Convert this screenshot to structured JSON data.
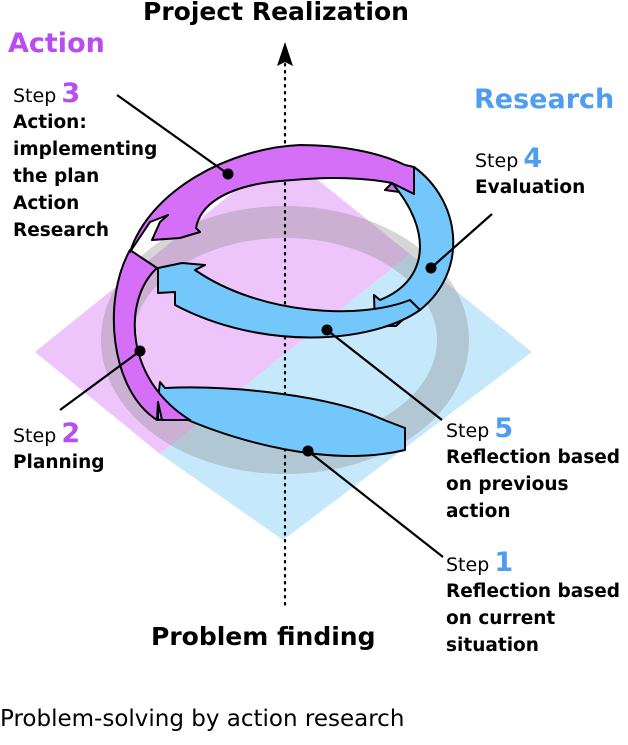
{
  "figure": {
    "top_label": "Project Realization",
    "bottom_label": "Problem finding",
    "caption": "Problem-solving by action research",
    "colors": {
      "action": "#b84cf0",
      "research": "#4f9df0",
      "action_arrow": "#d66ff7",
      "research_arrow": "#73c7fb",
      "action_plane": "#eec5fb",
      "research_plane": "#c6e8fb"
    }
  },
  "sides": {
    "action": "Action",
    "research": "Research"
  },
  "steps": [
    {
      "id": 1,
      "word": "Step",
      "num": "1",
      "lines": [
        "Reflection based",
        "on current",
        "situation"
      ],
      "group": "research"
    },
    {
      "id": 2,
      "word": "Step",
      "num": "2",
      "lines": [
        "Planning"
      ],
      "group": "action"
    },
    {
      "id": 3,
      "word": "Step",
      "num": "3",
      "lines": [
        "Action:",
        "implementing",
        "the plan",
        "Action",
        "Research"
      ],
      "group": "action"
    },
    {
      "id": 4,
      "word": "Step",
      "num": "4",
      "lines": [
        "Evaluation"
      ],
      "group": "research"
    },
    {
      "id": 5,
      "word": "Step",
      "num": "5",
      "lines": [
        "Reflection based",
        "on previous",
        "action"
      ],
      "group": "research"
    }
  ]
}
